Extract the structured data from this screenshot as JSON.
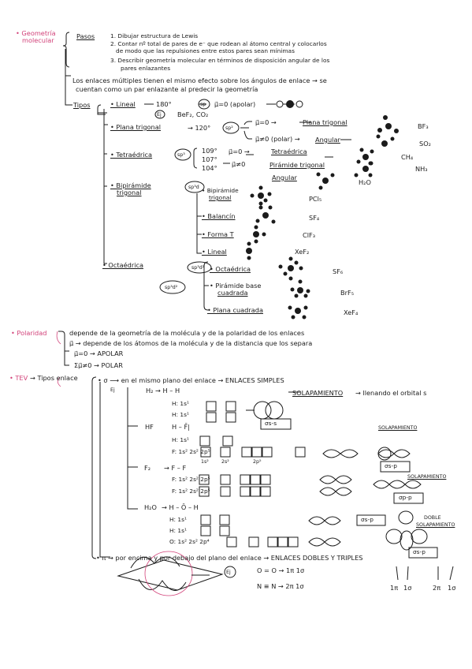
{
  "sections": {
    "geometria": {
      "title_line1": "• Geometría",
      "title_line2": "molecular",
      "pasos_label": "Pasos",
      "paso1": "1. Dibujar estructura de Lewis",
      "paso2a": "2. Contar nº total de pares de e⁻ que rodean al átomo central y colocarlos",
      "paso2b": "de modo que las repulsiones entre estos pares sean mínimas",
      "paso3a": "3. Describir geometría molecular en términos de disposición angular de los",
      "paso3b": "pares enlazantes",
      "multiples_a": "Los enlaces múltiples tienen el mismo efecto sobre los ángulos de enlace → se",
      "multiples_b": "cuentan como un par enlazante al predecir la geometría",
      "tipos_label": "Tipos",
      "lineal": {
        "label": "• Lineal",
        "angle": "180°",
        "hyb": "sp",
        "mu": "μ⃗=0 (apolar)",
        "example": "BeF₂, CO₂"
      },
      "trigonal": {
        "label": "• Plana trigonal",
        "angle": "→ 120°",
        "hyb": "sp²",
        "mu0": "μ⃗=0 →",
        "name0": "Plana trigonal",
        "ex0": "BF₃",
        "mu1": "μ⃗≠0 (polar) →",
        "name1": "Angular",
        "ex1": "SO₂"
      },
      "tetra": {
        "label": "• Tetraédrica",
        "hyb": "sp³",
        "a1": "109°",
        "a2": "107°",
        "a3": "104°",
        "mu0": "μ⃗=0 →",
        "mu1": "μ⃗≠0",
        "name0": "Tetraédrica",
        "name1": "Pirámide trigonal",
        "name2": "Angular",
        "ex0": "CH₄",
        "ex1": "NH₃",
        "ex2": "H₂O"
      },
      "bipi": {
        "label1": "• Bipirámide",
        "label2": "trigonal",
        "hyb": "sp³d",
        "s1a": "• Bipirámide",
        "s1b": "trigonal",
        "ex1": "PCl₅",
        "s2": "• Balancín",
        "ex2": "SF₄",
        "s3": "• Forma T",
        "ex3": "ClF₃",
        "s4": "• Lineal",
        "ex4": "XeF₂"
      },
      "octa": {
        "label": "• Octaédrica",
        "hyb1": "sp³d²",
        "hyb2": "sp³d²",
        "s1": "• Octaédrica",
        "ex1": "SF₆",
        "s2a": "• Pirámide base",
        "s2b": "cuadrada",
        "ex2": "BrF₅",
        "s3": "• Plana cuadrada",
        "ex3": "XeF₄"
      }
    },
    "polaridad": {
      "title": "• Polaridad",
      "line1": "depende de la geometría de la molécula y de la polaridad de los enlaces",
      "line2": "μ⃗ → depende de los átomos de la molécula y de la distancia que los separa",
      "apolar": "μ⃗=0 → APOLAR",
      "polar": "Σμ⃗≠0 → POLAR"
    },
    "tev": {
      "title": "• TEV",
      "tipos": "→ Tipos enlace",
      "sigma_line": "• σ ⟶ en el mismo plano del enlace → ENLACES SIMPLES",
      "ej": "Ej",
      "h2": "H₂ → H – H",
      "h1": "H: 1s¹",
      "h1b": "H: 1s¹",
      "solap": "SOLAPAMIENTO",
      "solap_txt": "→ llenando el orbital s",
      "os_s": "σs-s",
      "hf": "HF",
      "hf_lewis": "H – F̄|",
      "hf_h": "H: 1s¹",
      "hf_f": "F: 1s² 2s² 2p⁵",
      "lbl_1s": "1s²",
      "lbl_2s": "2s²",
      "lbl_2p": "2p⁵",
      "solap2": "SOLAPAMIENTO",
      "os_p": "σs-p",
      "f2": "F₂",
      "f2_lewis": "→ F – F",
      "f2_a": "F: 1s² 2s² 2p⁵",
      "f2_b": "F: 1s² 2s² 2p⁵",
      "solap3": "SOLAPAMIENTO",
      "op_p": "σp-p",
      "h2o": "H₂O",
      "h2o_lewis": "→ H – Ō – H",
      "h2o_a": "H: 1s¹",
      "h2o_b": "H: 1s¹",
      "h2o_o": "O: 1s² 2s² 2p⁴",
      "doble1": "DOBLE",
      "doble2": "SOLAPAMIENTO",
      "os_p2": "σs-p",
      "os_p3": "σs-p",
      "pi_line": "• π → por encima y por debajo del plano del enlace → ENLACES DOBLES Y TRIPLES",
      "ej2": "Ej",
      "o2": "O = O → 1π 1σ",
      "n2": "N ≡ N → 2π 1σ",
      "b1": "1π",
      "b2": "1σ",
      "b3": "2π",
      "b4": "1σ"
    }
  },
  "colors": {
    "ink": "#1b1b1b",
    "accent": "#d2437a"
  }
}
